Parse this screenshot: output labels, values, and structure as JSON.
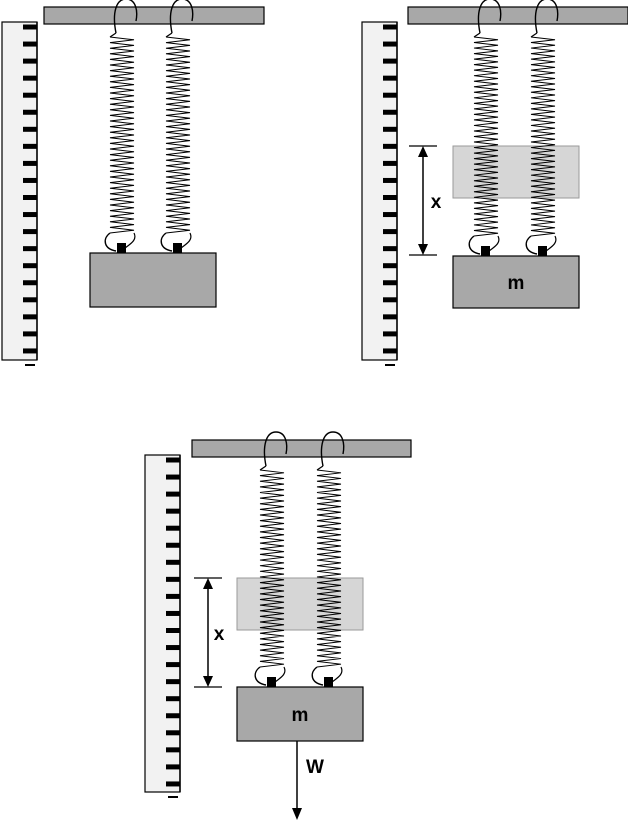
{
  "labels": {
    "extension_symbol": "x",
    "mass_symbol": "m",
    "weight_symbol": "W"
  },
  "panels": [
    {
      "id": "unloaded",
      "shows_extension": false,
      "shows_mass_label": false,
      "shows_weight_arrow": false
    },
    {
      "id": "loaded",
      "shows_extension": true,
      "shows_mass_label": true,
      "shows_weight_arrow": false
    },
    {
      "id": "loaded-with-weight",
      "shows_extension": true,
      "shows_mass_label": true,
      "shows_weight_arrow": true
    }
  ],
  "colors": {
    "support_bar": "#a8a8a8",
    "block": "#a8a8a8",
    "ghost_block": "#d6d6d6",
    "ruler_fill": "#f2f2f2",
    "ink": "#000000"
  }
}
